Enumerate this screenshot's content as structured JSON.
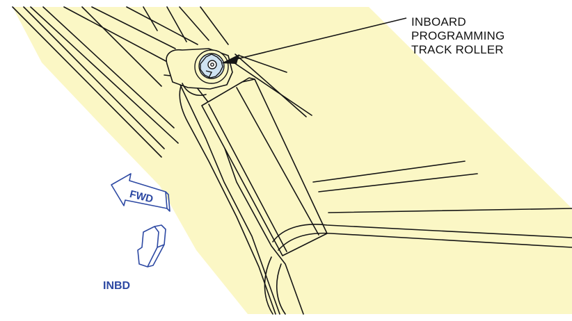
{
  "figure": {
    "callout_lines": [
      "INBOARD",
      "PROGRAMMING",
      "TRACK ROLLER"
    ],
    "fwd_label": "FWD",
    "inbd_label": "INBD"
  },
  "colors": {
    "panel_fill": "#fbf7c5",
    "line": "#151515",
    "arrow_blue": "#2d49a3",
    "roller_fill": "#cfe3f2"
  },
  "icons": {
    "fwd_arrow": "left-pointing-block-arrow-icon",
    "inbd_arrow": "down-left-block-arrow-icon"
  }
}
